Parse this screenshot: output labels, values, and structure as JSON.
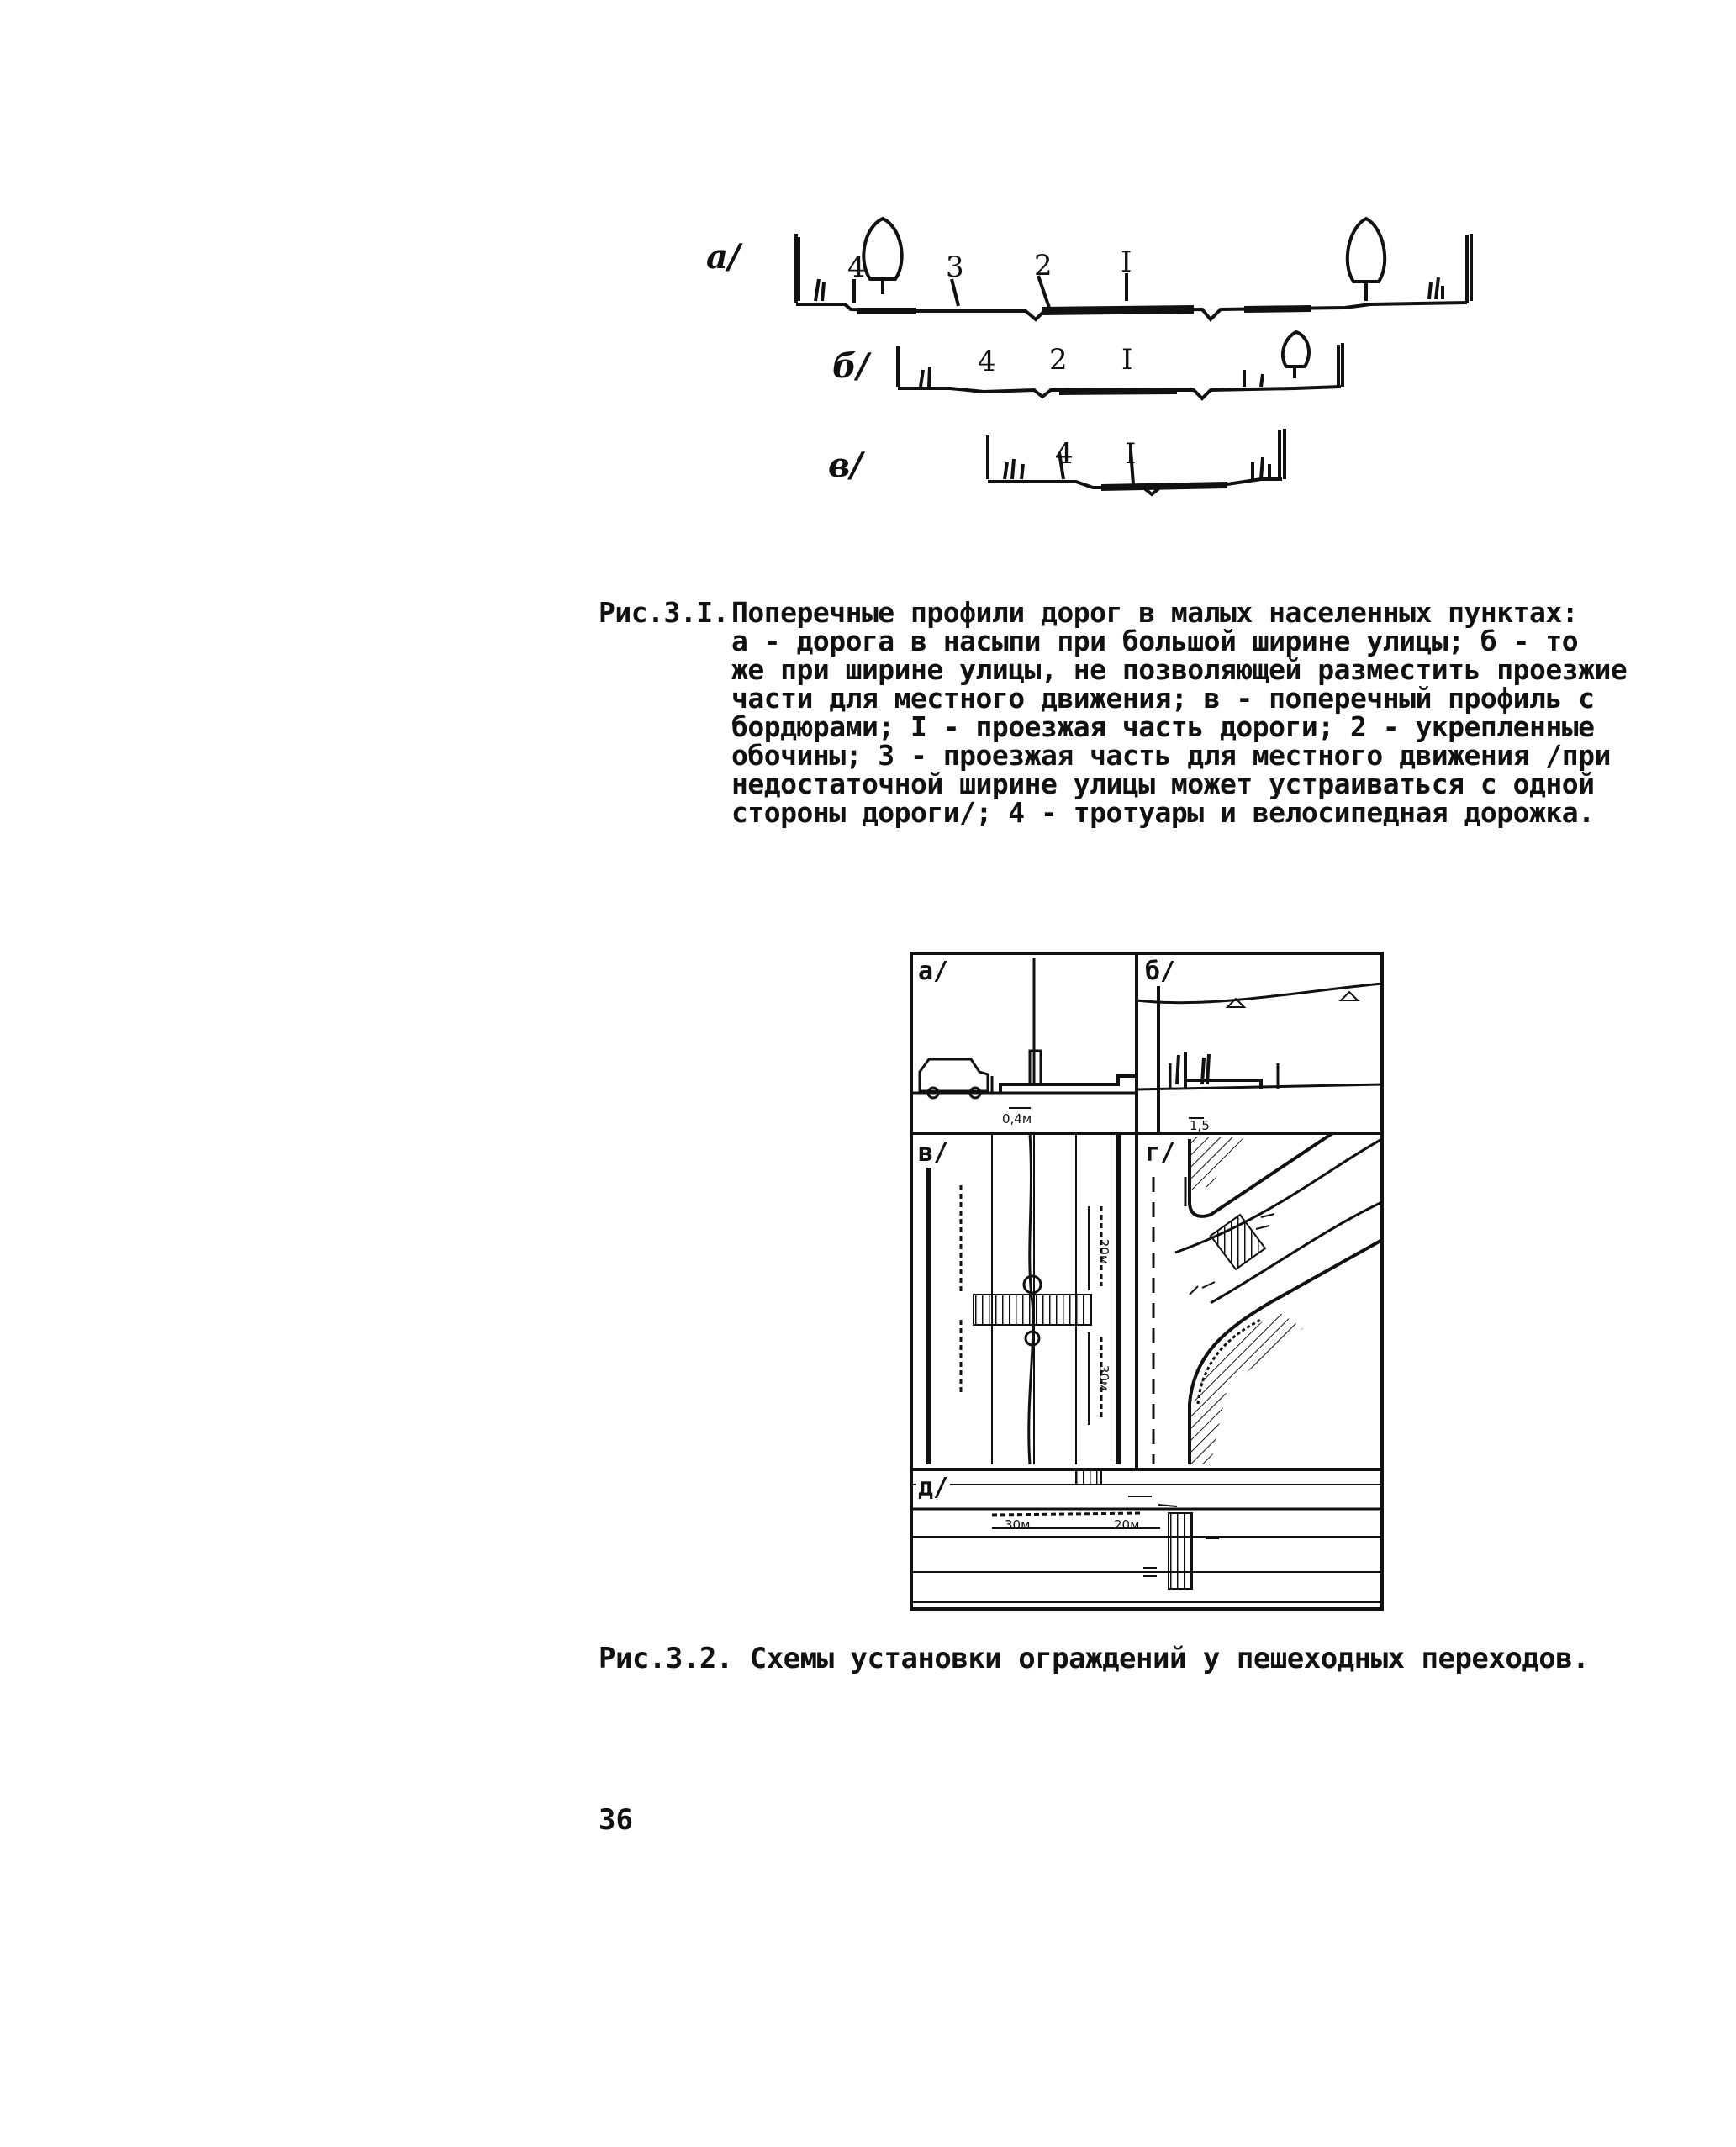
{
  "figure1": {
    "profiles": [
      {
        "label": "а/",
        "numbers": [
          "4",
          "3",
          "2",
          "I"
        ]
      },
      {
        "label": "б/",
        "numbers": [
          "4",
          "2",
          "I"
        ]
      },
      {
        "label": "в/",
        "numbers": [
          "4",
          "I"
        ]
      }
    ],
    "caption_label": "Рис.3.I.",
    "caption_lines": [
      "Поперечные профили дорог в малых населенных пунктах:",
      "а - дорога в насыпи при большой ширине улицы; б - то",
      "же при ширине улицы, не позволяющей разместить проезжие",
      "части для местного движения; в - поперечный профиль с",
      "бордюрами; I - проезжая часть дороги; 2 - укрепленные",
      "обочины; 3 - проезжая часть для местного движения /при",
      "недостаточной ширине улицы может устраиваться с одной",
      "стороны дороги/; 4 - тротуары и велосипедная дорожка."
    ]
  },
  "figure2": {
    "panels": [
      "а/",
      "б/",
      "в/",
      "г/",
      "д/"
    ],
    "dimensions": {
      "a": "0,4м",
      "b": "1,5",
      "v_top": "20м",
      "v_bottom": "30м",
      "d_left": "30м",
      "d_right": "20м"
    },
    "caption": "Рис.3.2. Схемы установки ограждений у пешеходных переходов."
  },
  "page_number": "36"
}
